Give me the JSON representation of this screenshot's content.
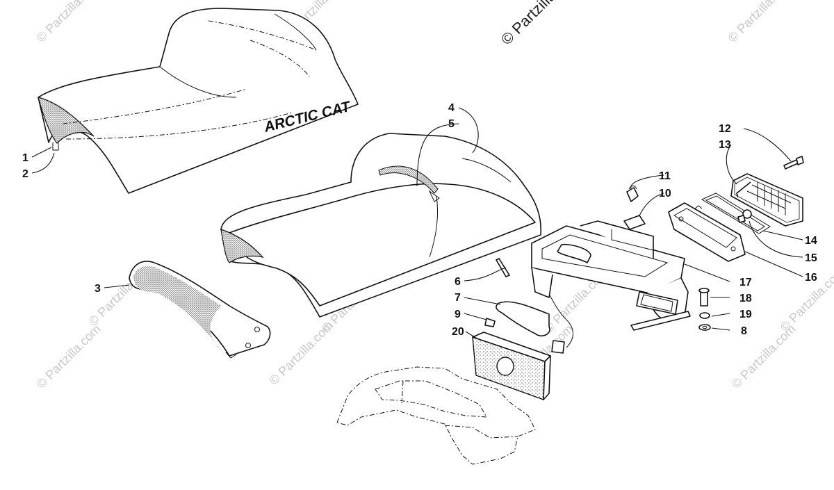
{
  "diagram": {
    "brand_text": "ARCTIC CAT",
    "watermark_top": "© Partzilla.com",
    "watermark_faint": "© Partzilla.com",
    "callouts": [
      {
        "id": "c1",
        "label": "1"
      },
      {
        "id": "c2",
        "label": "2"
      },
      {
        "id": "c3",
        "label": "3"
      },
      {
        "id": "c4",
        "label": "4"
      },
      {
        "id": "c5",
        "label": "5"
      },
      {
        "id": "c6",
        "label": "6"
      },
      {
        "id": "c7",
        "label": "7"
      },
      {
        "id": "c8",
        "label": "8"
      },
      {
        "id": "c9",
        "label": "9"
      },
      {
        "id": "c10",
        "label": "10"
      },
      {
        "id": "c11",
        "label": "11"
      },
      {
        "id": "c12",
        "label": "12"
      },
      {
        "id": "c13",
        "label": "13"
      },
      {
        "id": "c14",
        "label": "14"
      },
      {
        "id": "c15",
        "label": "15"
      },
      {
        "id": "c16",
        "label": "16"
      },
      {
        "id": "c17",
        "label": "17"
      },
      {
        "id": "c18",
        "label": "18"
      },
      {
        "id": "c19",
        "label": "19"
      },
      {
        "id": "c20",
        "label": "20"
      }
    ]
  }
}
